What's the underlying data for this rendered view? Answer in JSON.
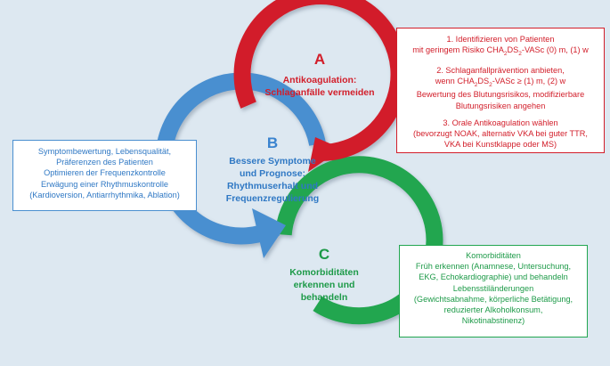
{
  "colors": {
    "background": "#dde8f1",
    "red": "#d21e2a",
    "blue": "#4a8fd0",
    "green": "#22a650"
  },
  "cycle_a": {
    "letter": "A",
    "label_line1": "Antikoagulation:",
    "label_line2": "Schlaganfälle vermeiden"
  },
  "cycle_b": {
    "letter": "B",
    "label_line1": "Bessere Symptome",
    "label_line2": "und Prognose:",
    "label_line3": "Rhythmuserhalt und",
    "label_line4": "Frequenzregulierung"
  },
  "cycle_c": {
    "letter": "C",
    "label_line1": "Komorbiditäten",
    "label_line2": "erkennen und",
    "label_line3": "behandeln"
  },
  "box_a": {
    "item1_line1": "1.  Identifizieren von Patienten",
    "item1_line2": "mit geringem Risiko CHA2DS2-VASc (0) m, (1) w",
    "item2_line1": "2.  Schlaganfallprävention anbieten,",
    "item2_line2": "wenn CHA2DS2-VASc ≥ (1) m, (2) w",
    "item2_line3": "Bewertung des Blutungsrisikos, modifizierbare",
    "item2_line4": "Blutungsrisiken angehen",
    "item3_line1": "3.  Orale Antikoagulation wählen",
    "item3_line2": "(bevorzugt NOAK, alternativ VKA bei guter TTR,",
    "item3_line3": "VKA bei Kunstklappe oder MS)"
  },
  "box_b": {
    "line1": "Symptombewertung, Lebensqualität,",
    "line2": "Präferenzen des Patienten",
    "line3": "Optimieren der Frequenzkontrolle",
    "line4": "Erwägung einer  Rhythmuskontrolle",
    "line5": "(Kardioversion, Antiarrhythmika, Ablation)"
  },
  "box_c": {
    "line1": "Komorbiditäten",
    "line2": "Früh erkennen (Anamnese, Untersuchung,",
    "line3": "EKG, Echokardiographie) und behandeln",
    "line4": "Lebensstiländerungen",
    "line5": "(Gewichtsabnahme, körperliche Betätigung,",
    "line6": "reduzierter Alkoholkonsum,",
    "line7": "Nikotinabstinenz)"
  }
}
